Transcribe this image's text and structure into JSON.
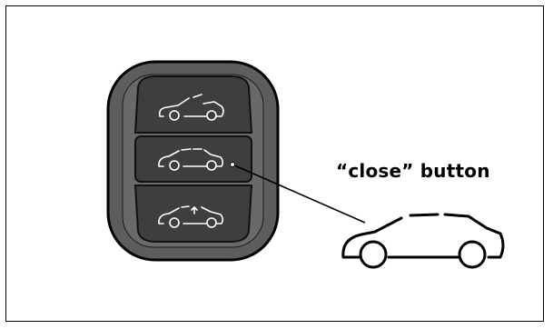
{
  "callout": {
    "label": "“close” button"
  },
  "remote": {
    "buttons": [
      {
        "function": "roof-open",
        "icon": "convertible-roof-opening-icon"
      },
      {
        "function": "close",
        "icon": "convertible-roof-closed-icon"
      },
      {
        "function": "roof-close",
        "icon": "convertible-roof-closing-icon"
      }
    ]
  },
  "colors": {
    "body": "#5c5c5c",
    "button": "#3d3d3d",
    "outline": "#000000",
    "icon": "#ffffff"
  }
}
